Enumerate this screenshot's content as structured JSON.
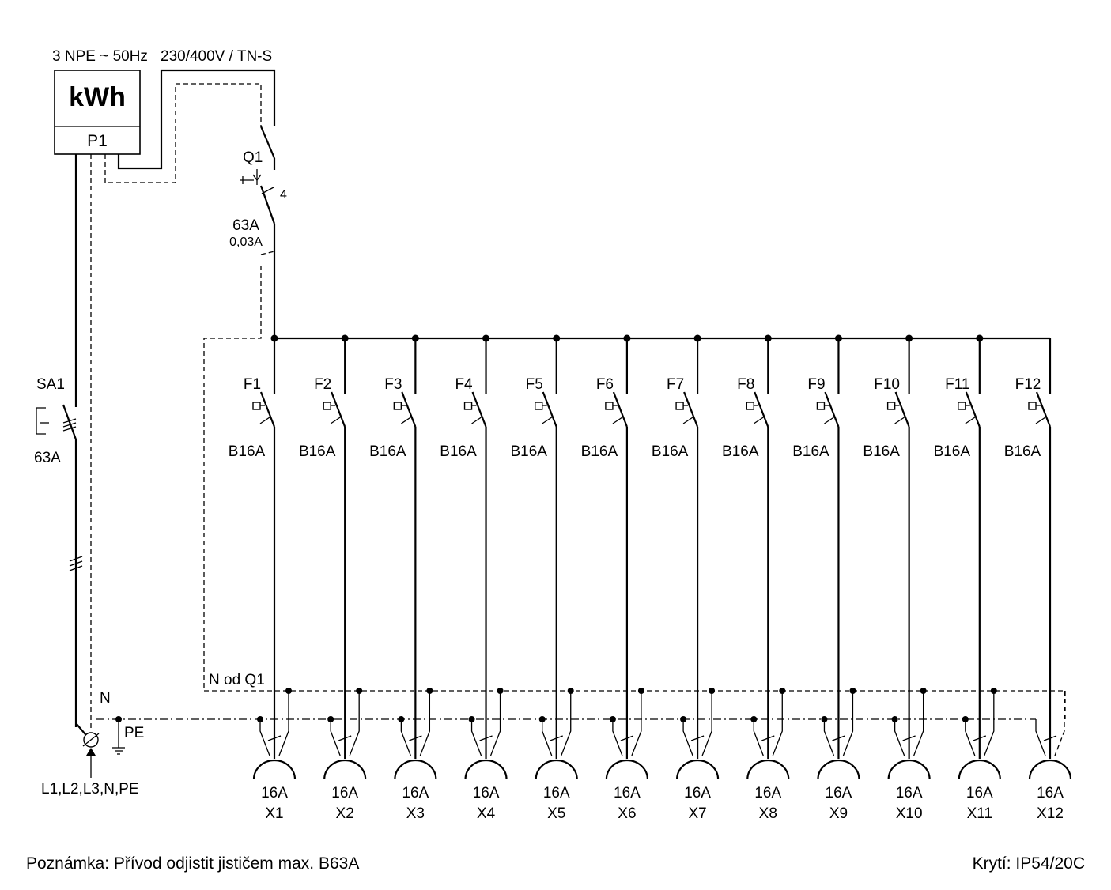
{
  "supply": {
    "line1": "3 NPE ~ 50Hz",
    "line2": "230/400V / TN-S"
  },
  "meter": {
    "unit": "kWh",
    "designation": "P1"
  },
  "main_rcd": {
    "designation": "Q1",
    "poles": "4",
    "rating": "63A",
    "residual_current": "0,03A"
  },
  "main_switch": {
    "designation": "SA1",
    "rating": "63A"
  },
  "inlet": {
    "neutral_label": "N",
    "pe_label": "PE",
    "conductors": "L1,L2,L3,N,PE"
  },
  "neutral_bus_label": "N od Q1",
  "breakers": [
    {
      "id": "F1",
      "rating": "B16A"
    },
    {
      "id": "F2",
      "rating": "B16A"
    },
    {
      "id": "F3",
      "rating": "B16A"
    },
    {
      "id": "F4",
      "rating": "B16A"
    },
    {
      "id": "F5",
      "rating": "B16A"
    },
    {
      "id": "F6",
      "rating": "B16A"
    },
    {
      "id": "F7",
      "rating": "B16A"
    },
    {
      "id": "F8",
      "rating": "B16A"
    },
    {
      "id": "F9",
      "rating": "B16A"
    },
    {
      "id": "F10",
      "rating": "B16A"
    },
    {
      "id": "F11",
      "rating": "B16A"
    },
    {
      "id": "F12",
      "rating": "B16A"
    }
  ],
  "sockets": [
    {
      "id": "X1",
      "rating": "16A"
    },
    {
      "id": "X2",
      "rating": "16A"
    },
    {
      "id": "X3",
      "rating": "16A"
    },
    {
      "id": "X4",
      "rating": "16A"
    },
    {
      "id": "X5",
      "rating": "16A"
    },
    {
      "id": "X6",
      "rating": "16A"
    },
    {
      "id": "X7",
      "rating": "16A"
    },
    {
      "id": "X8",
      "rating": "16A"
    },
    {
      "id": "X9",
      "rating": "16A"
    },
    {
      "id": "X10",
      "rating": "16A"
    },
    {
      "id": "X11",
      "rating": "16A"
    },
    {
      "id": "X12",
      "rating": "16A"
    }
  ],
  "footer": {
    "note": "Poznámka: Přívod odjistit jističem max. B63A",
    "protection": "Krytí: IP54/20C"
  }
}
